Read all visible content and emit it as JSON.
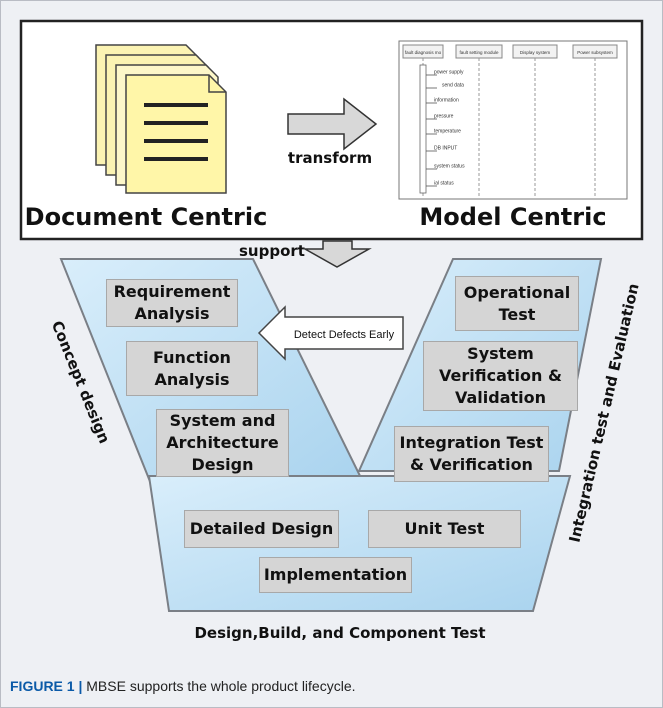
{
  "top_panel": {
    "left_title": "Document Centric",
    "right_title": "Model Centric",
    "transform_label": "transform",
    "mini_diagram": {
      "headers": [
        "fault diagnosis mo",
        "fault setting module",
        "Display system",
        "Power subsystem"
      ],
      "messages": [
        "power supply",
        "send data",
        "information",
        "pressure",
        "temperature",
        "DB INPUT",
        "system status",
        "ial status"
      ]
    }
  },
  "support_label": "support",
  "v_model": {
    "left_side_label": "Concept design",
    "right_side_label": "Integration test and Evaluation",
    "bottom_label": "Design,Build, and Component Test",
    "detect_arrow_label": "Detect Defects Early",
    "left_boxes": [
      [
        "Requirement",
        "Analysis"
      ],
      [
        "Function",
        "Analysis"
      ],
      [
        "System and",
        "Architecture",
        "Design"
      ]
    ],
    "right_boxes": [
      [
        "Operational",
        "Test"
      ],
      [
        "System",
        "Verification &",
        "Validation"
      ],
      [
        "Integration Test",
        "& Verification"
      ]
    ],
    "bottom_boxes": [
      [
        "Detailed Design"
      ],
      [
        "Unit Test"
      ],
      [
        "Implementation"
      ]
    ]
  },
  "caption": {
    "prefix": "FIGURE 1 |",
    "text": " MBSE supports the whole product lifecycle."
  },
  "colors": {
    "panel_fill": "#bfe0f4",
    "panel_stroke": "#7a7f86",
    "box_fill": "#d5d5d5",
    "figure_label": "#0b5aa8"
  }
}
